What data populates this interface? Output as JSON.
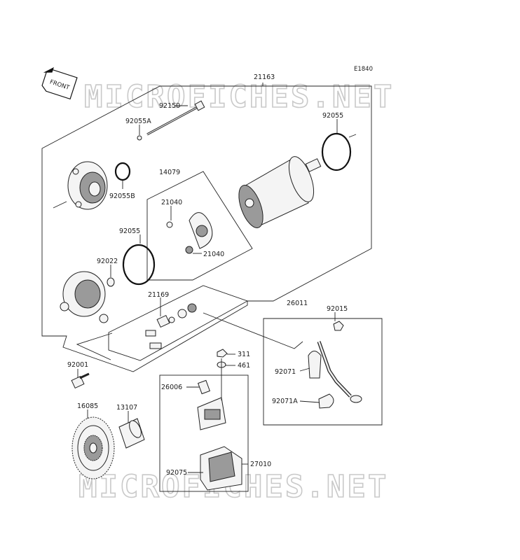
{
  "diagram_code": "E1840",
  "front_badge": "FRONT",
  "watermark": "MICROFICHES.NET",
  "labels": {
    "p21163": "21163",
    "p92150": "92150",
    "p92055A": "92055A",
    "p92055_top": "92055",
    "p92055B": "92055B",
    "p14079": "14079",
    "p21040_a": "21040",
    "p21040_b": "21040",
    "p92055_mid": "92055",
    "p92022": "92022",
    "p21169": "21169",
    "p26011": "26011",
    "p92015": "92015",
    "p311": "311",
    "p461": "461",
    "p92001": "92001",
    "p26006": "26006",
    "p92071": "92071",
    "p92071A": "92071A",
    "p16085": "16085",
    "p13107": "13107",
    "p27010": "27010",
    "p92075": "92075"
  }
}
